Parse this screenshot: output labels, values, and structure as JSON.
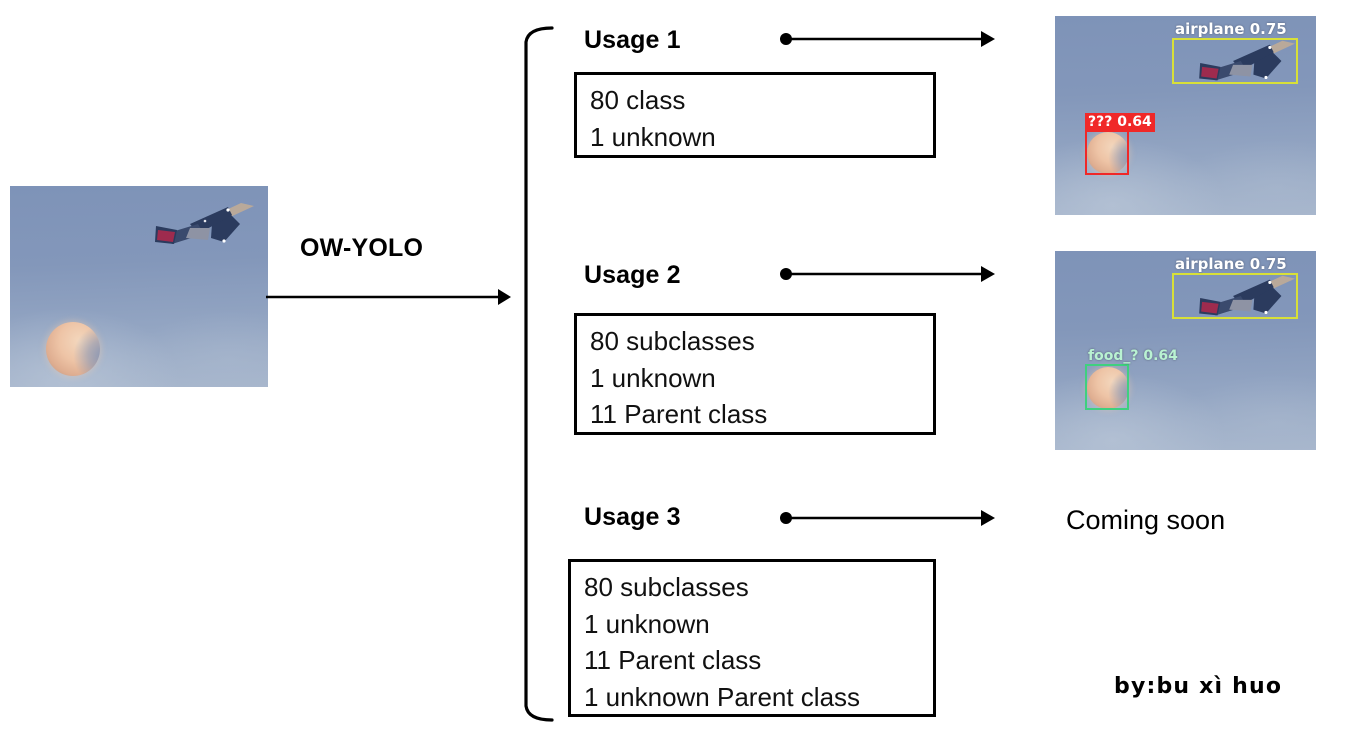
{
  "pipeline": {
    "model_label": "OW-YOLO",
    "byline": "by:bu xì huo",
    "coming_soon": "Coming soon"
  },
  "input_image": {
    "name": "airplane-and-moon-photo",
    "sky_color": "#8195b9",
    "moon_color": "#eec4a6",
    "plane_color": "#2b3b5e",
    "tail_accent_color": "#9e2b4e",
    "objects": [
      "airplane",
      "moon"
    ]
  },
  "usages": [
    {
      "title": "Usage 1",
      "lines": [
        "80 class",
        "1 unknown"
      ]
    },
    {
      "title": "Usage 2",
      "lines": [
        "80 subclasses",
        "1 unknown",
        "11 Parent class"
      ]
    },
    {
      "title": "Usage 3",
      "lines": [
        "80 subclasses",
        "1 unknown",
        "11 Parent class",
        "1 unknown Parent class"
      ]
    }
  ],
  "outputs": [
    {
      "name": "usage-1-result",
      "detections": [
        {
          "label": "airplane 0.75",
          "class": "airplane",
          "score": "0.75",
          "color": "#d8e038",
          "object": "airplane"
        },
        {
          "label": "??? 0.64",
          "class": "???",
          "score": "0.64",
          "color": "#f02828",
          "object": "moon"
        }
      ]
    },
    {
      "name": "usage-2-result",
      "detections": [
        {
          "label": "airplane 0.75",
          "class": "airplane",
          "score": "0.75",
          "color": "#d8e038",
          "object": "airplane"
        },
        {
          "label": "food_? 0.64",
          "class": "food_?",
          "score": "0.64",
          "color": "#3fd07f",
          "object": "moon"
        }
      ]
    },
    {
      "name": "usage-3-result",
      "placeholder": "Coming soon"
    }
  ]
}
